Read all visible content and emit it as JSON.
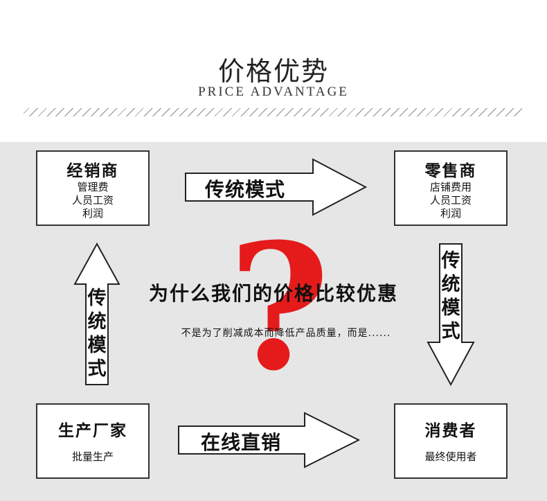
{
  "header": {
    "title": "价格优势",
    "subtitle": "PRICE ADVANTAGE"
  },
  "boxes": {
    "distributor": {
      "title": "经销商",
      "lines": [
        "管理费",
        "人员工资",
        "利润"
      ]
    },
    "retailer": {
      "title": "零售商",
      "lines": [
        "店铺费用",
        "人员工资",
        "利润"
      ]
    },
    "manufacturer": {
      "title": "生产厂家",
      "sub": "批量生产"
    },
    "consumer": {
      "title": "消费者",
      "sub": "最终使用者"
    }
  },
  "arrows": {
    "top": "传统模式",
    "bottom": "在线直销",
    "left": [
      "传",
      "统",
      "模",
      "式"
    ],
    "right": [
      "传",
      "统",
      "模",
      "式"
    ]
  },
  "center": {
    "question_mark": "?",
    "question": "为什么我们的价格比较优惠",
    "note": "不是为了削减成本而降低产品质量，而是......"
  },
  "colors": {
    "accent_red": "#e51b1b",
    "panel_bg": "#e6e6e6"
  }
}
